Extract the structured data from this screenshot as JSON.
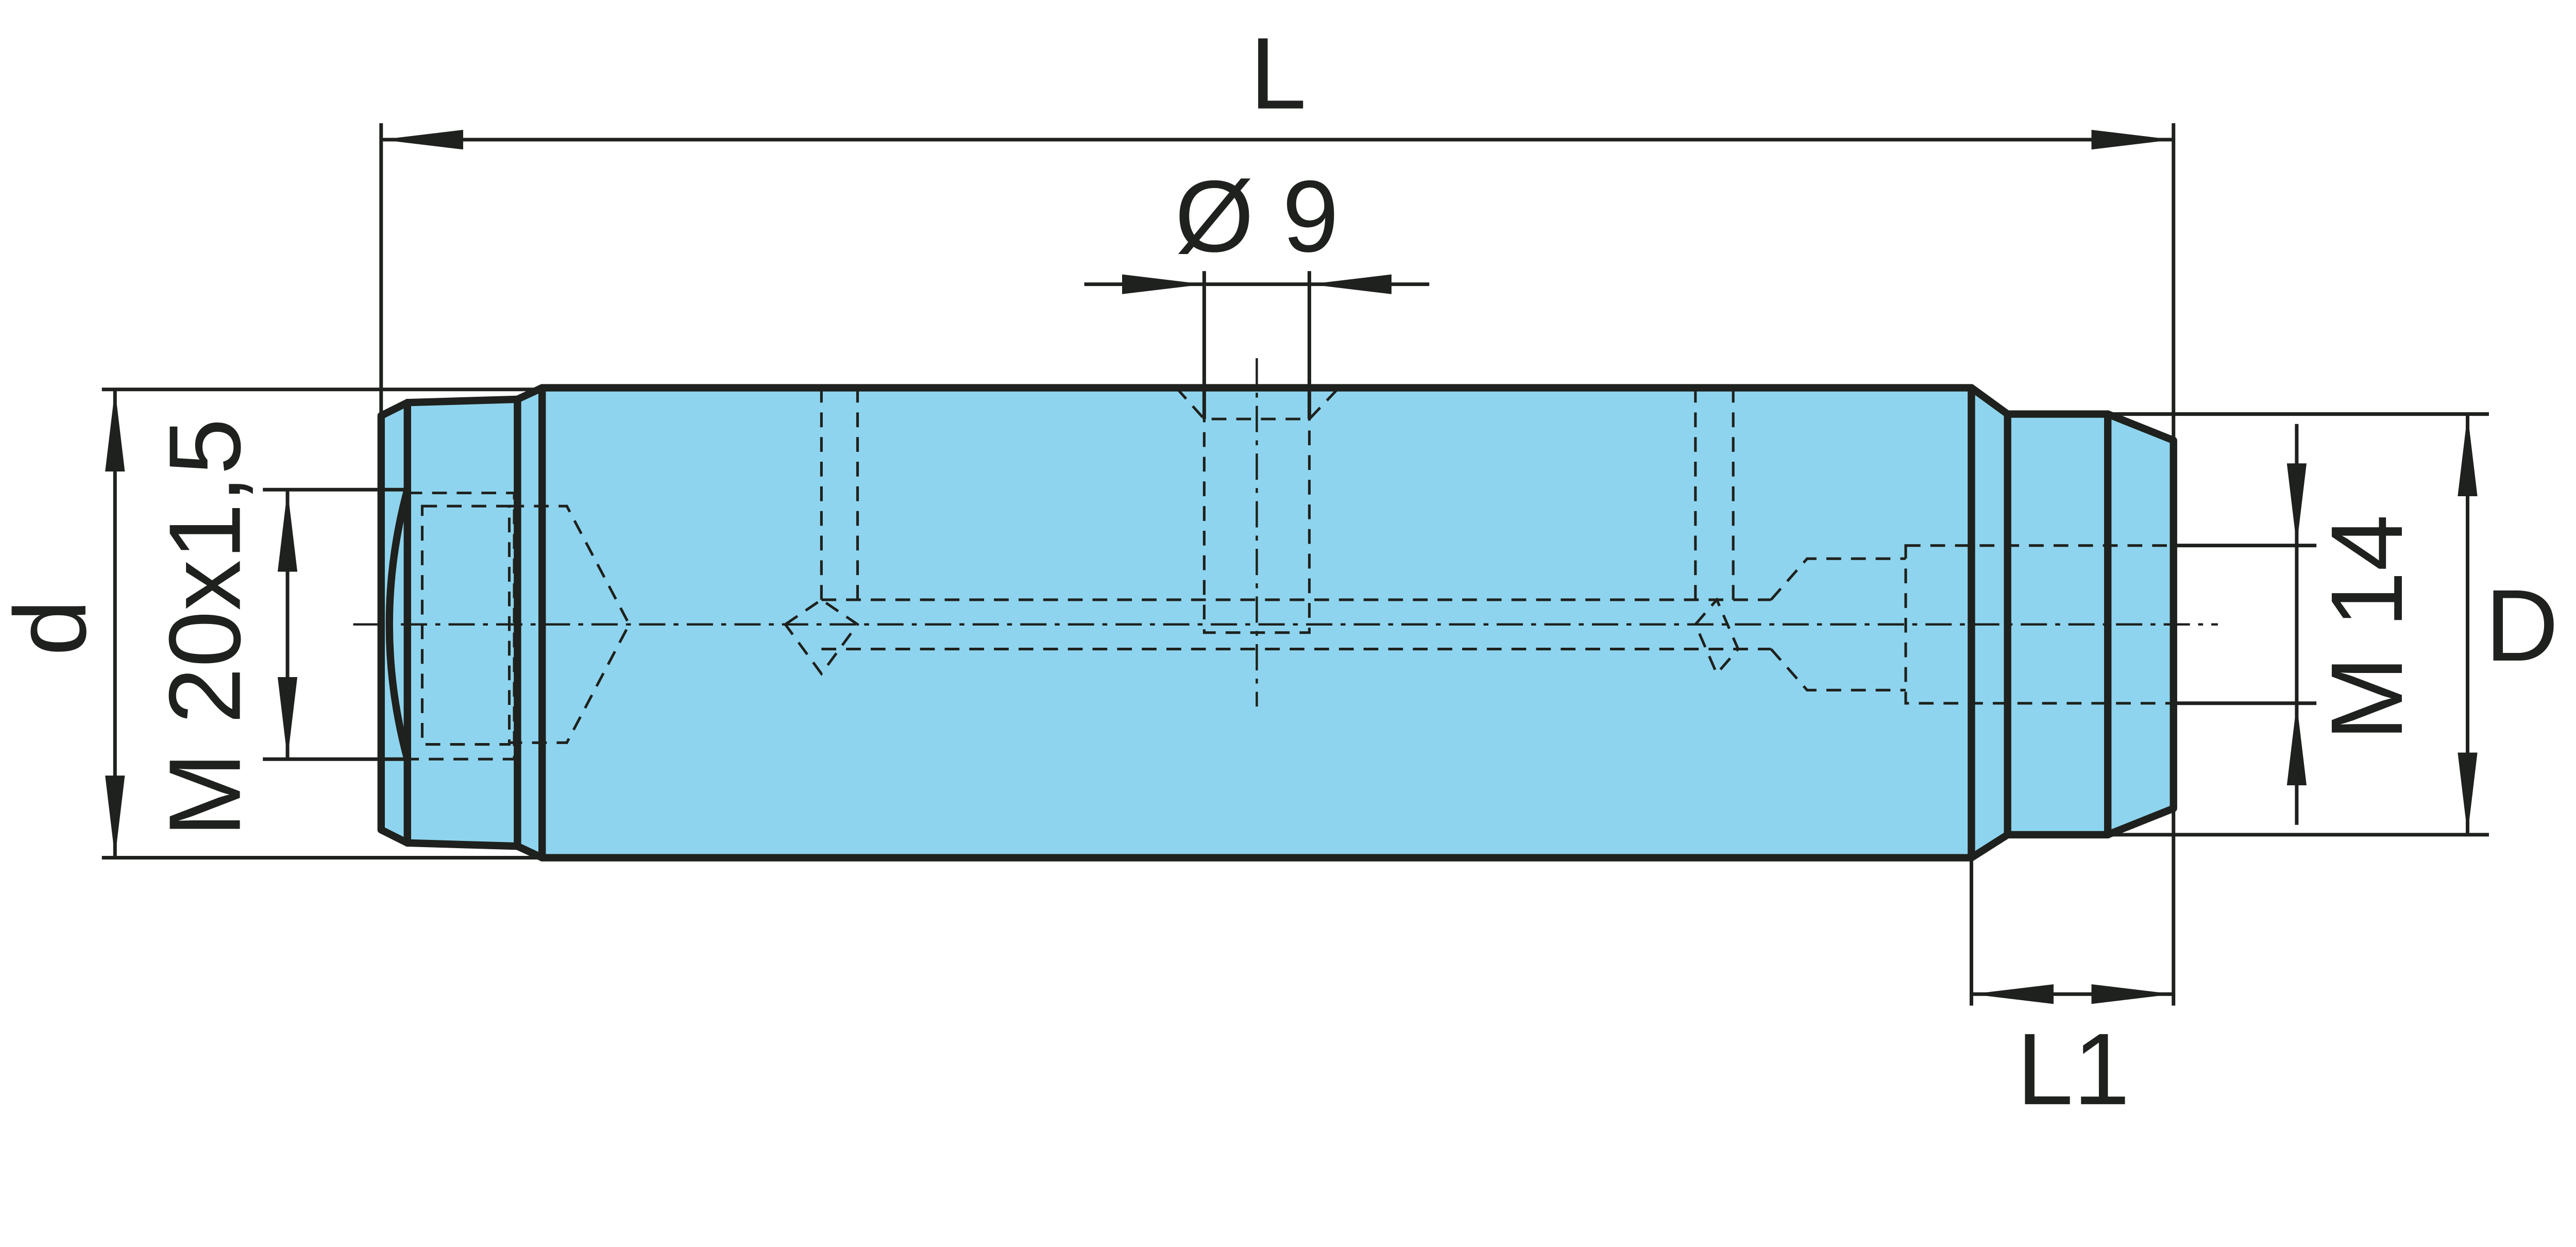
{
  "colors": {
    "part_fill": "#8fd4ee",
    "line": "#1e211d",
    "background": "#ffffff"
  },
  "dimensions": {
    "overall_length": "L",
    "hole_diameter": "Ø 9",
    "body_diameter": "d",
    "left_thread": "M 20x1,5",
    "right_thread": "M 14",
    "end_diameter": "D",
    "end_length": "L1"
  }
}
